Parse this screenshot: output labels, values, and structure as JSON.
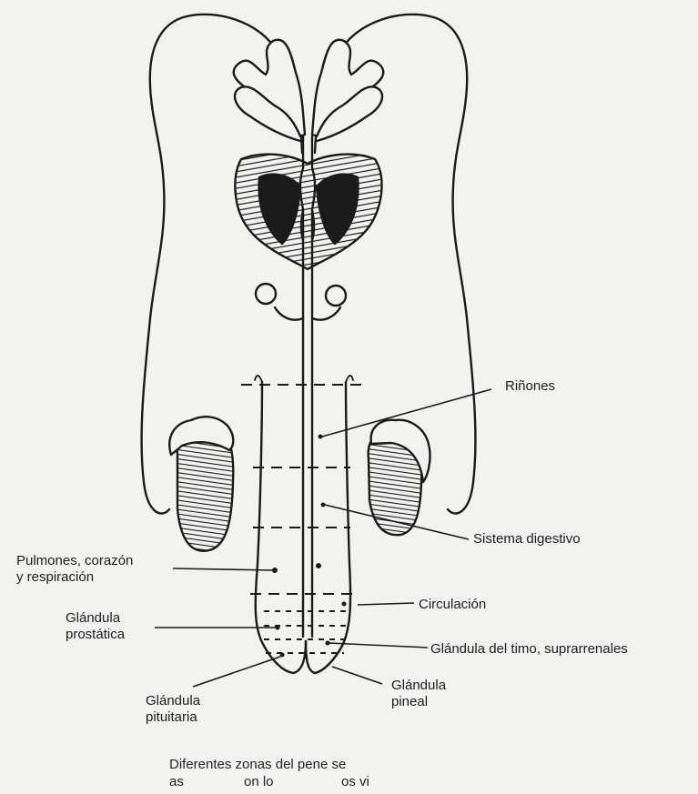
{
  "labels": {
    "kidneys": "Riñones",
    "digestive": "Sistema digestivo",
    "lungs_line1": "Pulmones, corazón",
    "lungs_line2": "y respiración",
    "circulation": "Circulación",
    "prostate_line1": "Glándula",
    "prostate_line2": "prostática",
    "thymus": "Glándula del timo, suprarrenales",
    "pituitary_line1": "Glándula",
    "pituitary_line2": "pituitaria",
    "pineal_line1": "Glándula",
    "pineal_line2": "pineal"
  },
  "caption": {
    "line1": "Diferentes zonas del pene se",
    "line2_a": "as",
    "line2_b": "on lo",
    "line2_c": "os vi"
  },
  "colors": {
    "ink": "#1a1a1a",
    "paper": "#f4f2ee"
  }
}
